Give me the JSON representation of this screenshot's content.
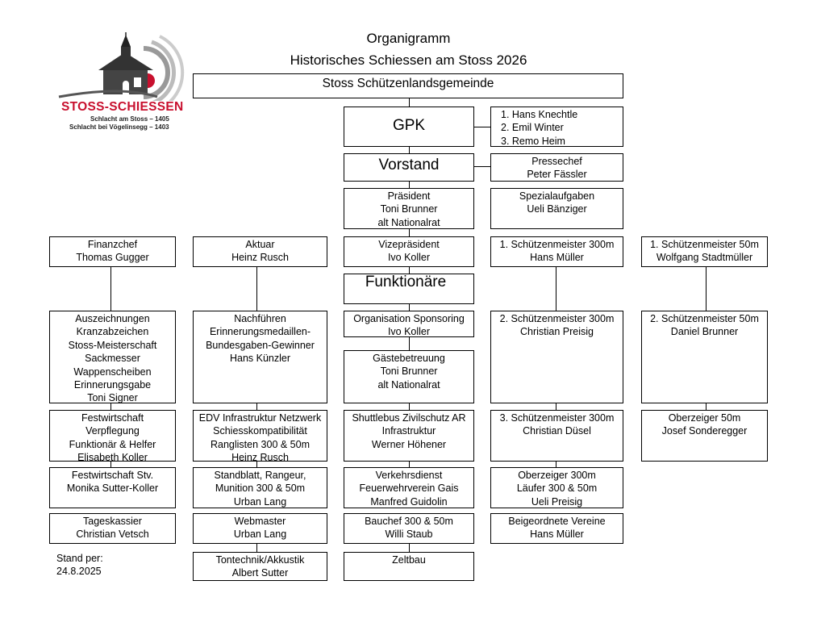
{
  "title": {
    "line1": "Organigramm",
    "line2": "Historisches Schiessen am Stoss 2026"
  },
  "logo": {
    "name": "STOSS-SCHIESSEN",
    "sub1": "Schlacht am Stoss – 1405",
    "sub2": "Schlacht bei Vögelinsegg – 1403"
  },
  "top": {
    "label": "Stoss Schützenlandsgemeinde"
  },
  "gpk": {
    "label": "GPK",
    "members": [
      "1. Hans Knechtle",
      "2. Emil Winter",
      "3. Remo Heim"
    ]
  },
  "vorstand": {
    "label": "Vorstand"
  },
  "pressechef": [
    "Pressechef",
    "Peter Fässler"
  ],
  "praesident": [
    "Präsident",
    "Toni Brunner",
    "alt Nationalrat"
  ],
  "spezial": [
    "Spezialaufgaben",
    "Ueli Bänziger"
  ],
  "finanzchef": [
    "Finanzchef",
    "Thomas Gugger"
  ],
  "aktuar": [
    "Aktuar",
    "Heinz Rusch"
  ],
  "vize": [
    "Vizepräsident",
    "Ivo Koller"
  ],
  "sm300_1": [
    "1. Schützenmeister 300m",
    "Hans Müller"
  ],
  "sm50_1": [
    "1. Schützenmeister 50m",
    "Wolfgang Stadtmüller"
  ],
  "funktionaere": {
    "label": "Funktionäre"
  },
  "auszeichnungen": [
    "Auszeichnungen",
    "Kranzabzeichen",
    "Stoss-Meisterschaft",
    "Sackmesser",
    "Wappenscheiben",
    "Erinnerungsgabe",
    "Toni Signer"
  ],
  "nachfuehren": [
    "Nachführen",
    "Erinnerungsmedaillen-",
    "Bundesgaben-Gewinner",
    "Hans Künzler"
  ],
  "sponsoring": [
    "Organisation Sponsoring",
    "Ivo Koller"
  ],
  "gaeste": [
    "Gästebetreuung",
    "Toni Brunner",
    "alt Nationalrat"
  ],
  "sm300_2": [
    "2. Schützenmeister   300m",
    "Christian Preisig"
  ],
  "sm50_2": [
    "2. Schützenmeister 50m",
    "Daniel Brunner"
  ],
  "festwirtschaft": [
    "Festwirtschaft",
    "Verpflegung",
    "Funktionär & Helfer",
    "Elisabeth Koller"
  ],
  "edv": [
    "EDV Infrastruktur Netzwerk",
    "Schiesskompatibilität",
    "Ranglisten 300 & 50m",
    "Heinz Rusch"
  ],
  "shuttle": [
    "Shuttlebus Zivilschutz AR",
    "Infrastruktur",
    "Werner Höhener"
  ],
  "sm300_3": [
    "3. Schützenmeister  300m",
    "Christian Düsel"
  ],
  "oberzeiger50": [
    "Oberzeiger 50m",
    "Josef Sonderegger"
  ],
  "fw_stv": [
    "Festwirtschaft Stv.",
    "Monika Sutter-Koller"
  ],
  "standblatt": [
    "Standblatt, Rangeur,",
    "Munition 300 & 50m",
    "Urban Lang"
  ],
  "verkehr": [
    "Verkehrsdienst",
    "Feuerwehrverein Gais",
    "Manfred Guidolin"
  ],
  "oberzeiger300": [
    "Oberzeiger 300m",
    "Läufer 300 & 50m",
    "Ueli Preisig"
  ],
  "tageskassier": [
    "Tageskassier",
    "Christian Vetsch"
  ],
  "webmaster": [
    "Webmaster",
    "Urban Lang"
  ],
  "bauchef": [
    "Bauchef 300 & 50m",
    "Willi Staub"
  ],
  "beigeordnete": [
    "Beigeordnete Vereine",
    "Hans Müller"
  ],
  "tontechnik": [
    "Tontechnik/Akkustik",
    "Albert Sutter"
  ],
  "zeltbau": [
    "Zeltbau"
  ],
  "stand": [
    "Stand per:",
    "24.8.2025"
  ]
}
